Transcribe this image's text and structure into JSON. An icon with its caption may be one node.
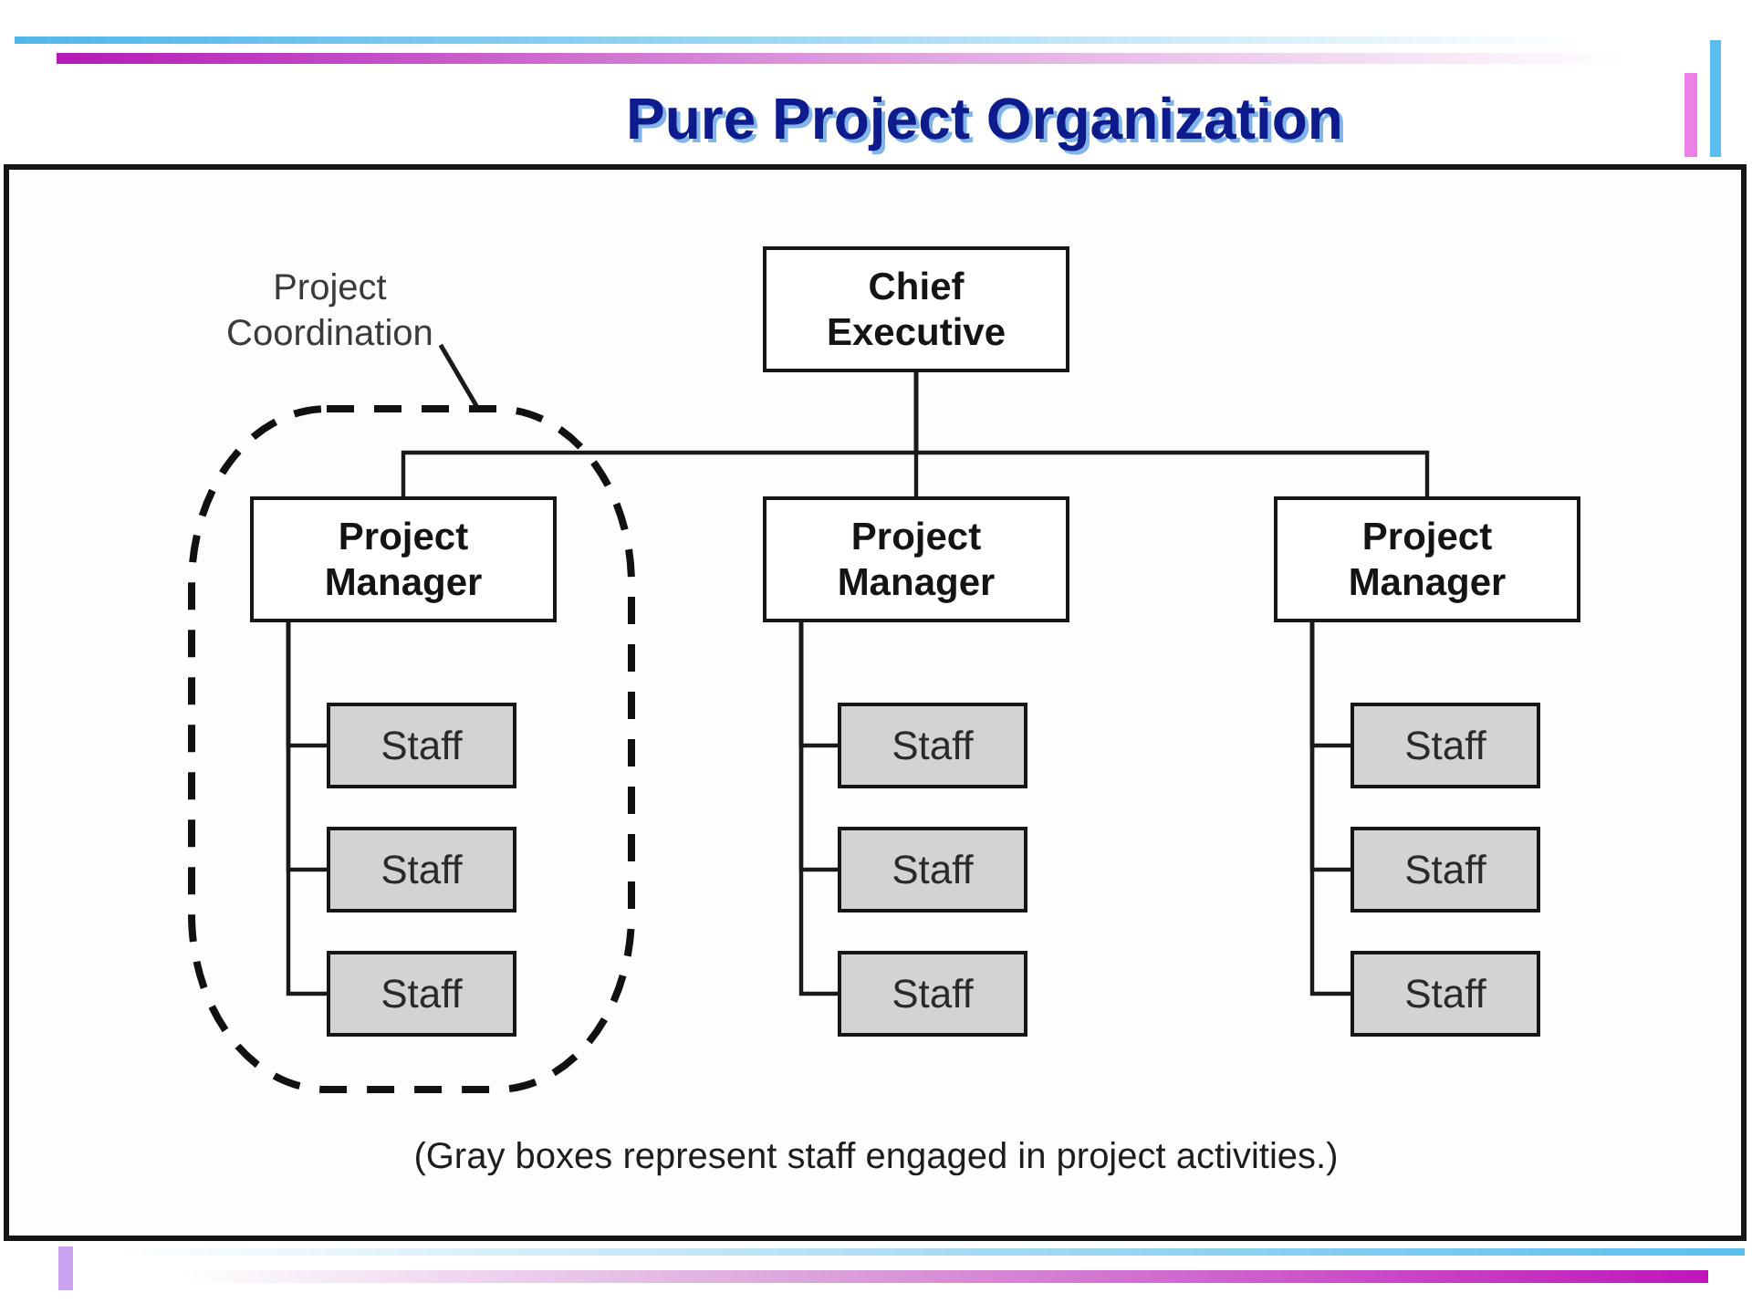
{
  "diagram": {
    "title": "Pure Project Organization",
    "caption": "(Gray boxes represent staff engaged in project activities.)",
    "nodes": [
      {
        "text": [
          "Project Coordination"
        ]
      },
      {
        "text": [
          "Chief Executive"
        ]
      },
      {
        "text": [],
        "shape": "oval"
      },
      {
        "text": [
          "Project Manager"
        ],
        "in": 2
      },
      {
        "text": [
          "Staff"
        ],
        "in": 2
      },
      {
        "text": [
          "Staff"
        ],
        "in": 2
      },
      {
        "text": [
          "Staff"
        ],
        "in": 2
      },
      {
        "text": [
          "Project Manager"
        ]
      },
      {
        "text": [
          "Staff"
        ]
      },
      {
        "text": [
          "Staff"
        ]
      },
      {
        "text": [
          "Staff"
        ]
      },
      {
        "text": [
          "Project Manager"
        ]
      },
      {
        "text": [
          "Staff"
        ]
      },
      {
        "text": [
          "Staff"
        ]
      },
      {
        "text": [
          "Staff"
        ]
      }
    ],
    "edges": [
      {
        "from": 1,
        "to": 3,
        "arrow": "none"
      },
      {
        "from": 1,
        "to": 7,
        "arrow": "none"
      },
      {
        "from": 1,
        "to": 11,
        "arrow": "none"
      },
      {
        "from": 3,
        "to": 4,
        "arrow": "none"
      },
      {
        "from": 3,
        "to": 5,
        "arrow": "none"
      },
      {
        "from": 3,
        "to": 6,
        "arrow": "none"
      },
      {
        "from": 7,
        "to": 8,
        "arrow": "none"
      },
      {
        "from": 7,
        "to": 9,
        "arrow": "none"
      },
      {
        "from": 7,
        "to": 10,
        "arrow": "none"
      },
      {
        "from": 11,
        "to": 12,
        "arrow": "none"
      },
      {
        "from": 11,
        "to": 13,
        "arrow": "none"
      },
      {
        "from": 11,
        "to": 14,
        "arrow": "none"
      },
      {
        "from": 0,
        "to": 2,
        "arrow": "none"
      }
    ]
  }
}
